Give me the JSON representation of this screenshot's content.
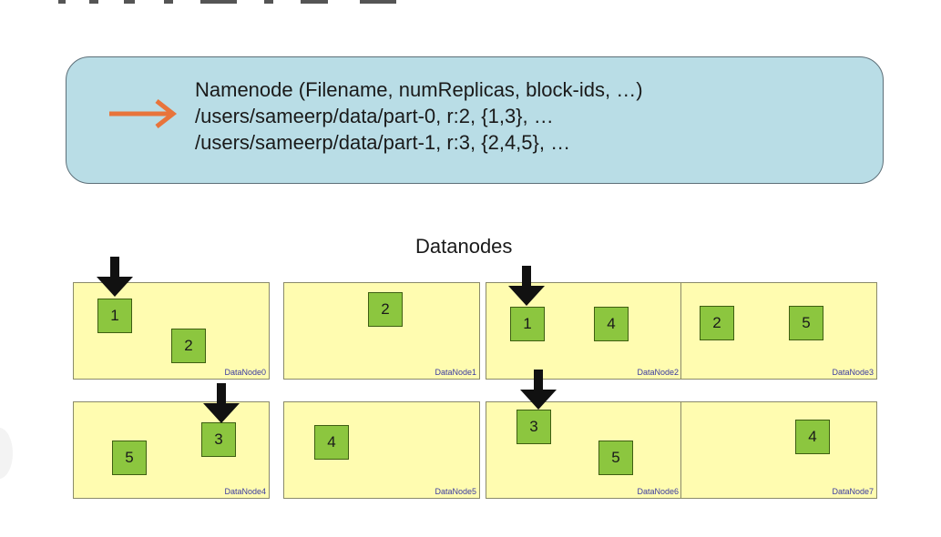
{
  "namenode": {
    "lines": [
      "Namenode (Filename, numReplicas, block-ids, …)",
      "/users/sameerp/data/part-0, r:2, {1,3}, …",
      "/users/sameerp/data/part-1, r:3, {2,4,5}, …"
    ],
    "arrow_color": "#e8743b",
    "box_color": "#b9dde6"
  },
  "datanodes_title": "Datanodes",
  "colors": {
    "node_fill": "#fffcb0",
    "block_fill": "#8cc63f",
    "label_color": "#3a3aa0"
  },
  "datanodes": [
    {
      "label": "DataNode0",
      "blocks": [
        "1",
        "2"
      ]
    },
    {
      "label": "DataNode1",
      "blocks": [
        "2"
      ]
    },
    {
      "label": "DataNode2",
      "blocks": [
        "1",
        "4"
      ]
    },
    {
      "label": "DataNode3",
      "blocks": [
        "2",
        "5"
      ]
    },
    {
      "label": "DataNode4",
      "blocks": [
        "5",
        "3"
      ]
    },
    {
      "label": "DataNode5",
      "blocks": [
        "4"
      ]
    },
    {
      "label": "DataNode6",
      "blocks": [
        "3",
        "5"
      ]
    },
    {
      "label": "DataNode7",
      "blocks": [
        "4"
      ]
    }
  ],
  "down_arrow_icon": "arrow-down-icon"
}
